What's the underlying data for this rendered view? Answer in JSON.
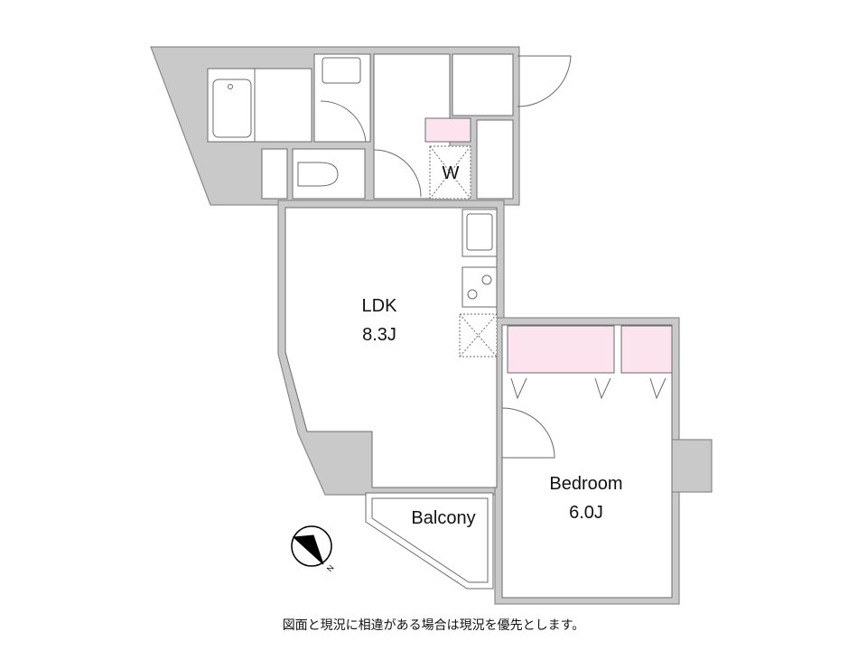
{
  "rooms": {
    "ldk": {
      "name": "LDK",
      "size": "8.3J"
    },
    "bedroom": {
      "name": "Bedroom",
      "size": "6.0J"
    },
    "balcony": {
      "name": "Balcony"
    },
    "washer": {
      "name": "W"
    }
  },
  "compass": {
    "label": "N"
  },
  "note": "図面と現況に相違がある場合は現況を優先とします。",
  "colors": {
    "wall": "#c9c9c9",
    "wall_line": "#8a8a8a",
    "closet": "#fbe4ee"
  }
}
